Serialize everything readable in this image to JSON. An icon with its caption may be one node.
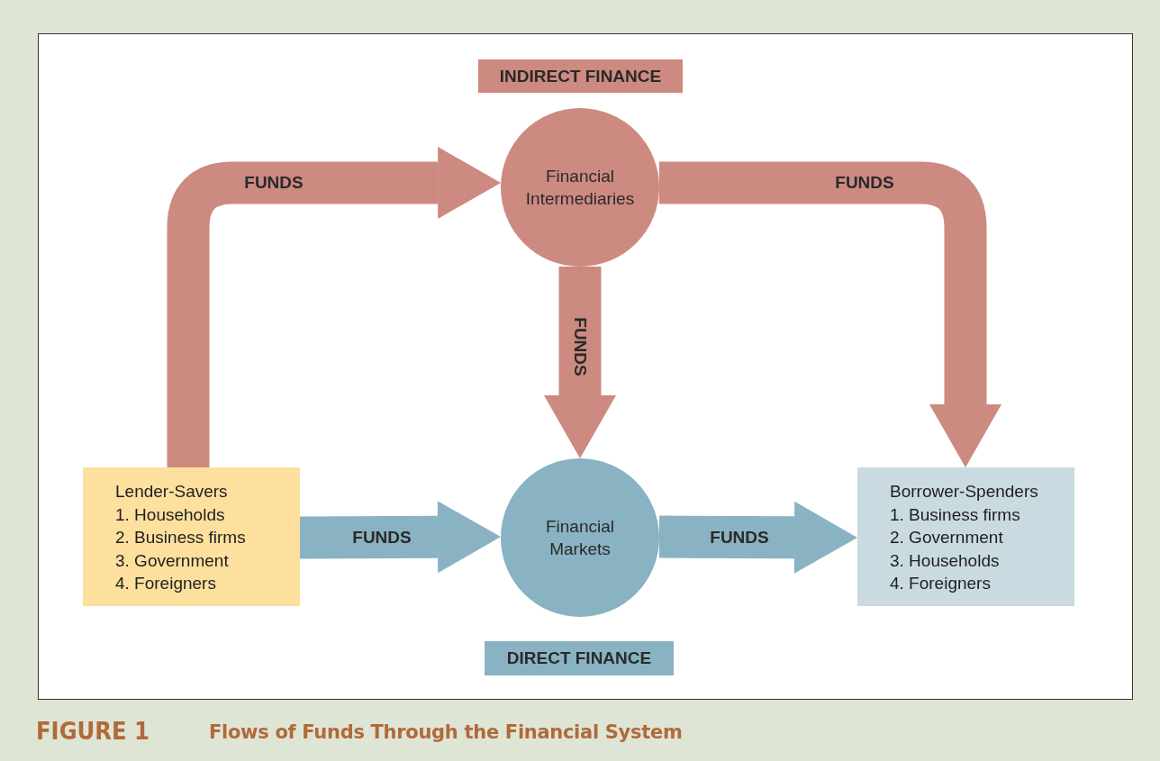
{
  "diagram": {
    "caption": "Flows of Funds Through the Financial System",
    "nodes": [
      {
        "text": [
          "INDIRECT FINANCE"
        ]
      },
      {
        "text": [
          "Financial Intermediaries"
        ]
      },
      {
        "text": [
          "Lender-Savers",
          "1. Households",
          "2. Business firms",
          "3. Government",
          "4. Foreigners"
        ]
      },
      {
        "text": [
          "Financial Markets"
        ]
      },
      {
        "text": [
          "Borrower-Spenders",
          "1. Business firms",
          "2. Government",
          "3. Households",
          "4. Foreigners"
        ]
      },
      {
        "text": [
          "DIRECT FINANCE"
        ]
      }
    ],
    "edges": [
      {
        "from": 2,
        "to": 1,
        "arrow": "to",
        "label": "FUNDS"
      },
      {
        "from": 1,
        "to": 4,
        "arrow": "to",
        "label": "FUNDS"
      },
      {
        "from": 1,
        "to": 3,
        "arrow": "to",
        "label": "FUNDS"
      },
      {
        "from": 2,
        "to": 3,
        "arrow": "to",
        "label": "FUNDS",
        "color": "#89b3c3"
      },
      {
        "from": 3,
        "to": 4,
        "arrow": "to",
        "label": "FUNDS",
        "color": "#89b3c3"
      }
    ],
    "labels": [
      "FIGURE 1"
    ]
  }
}
